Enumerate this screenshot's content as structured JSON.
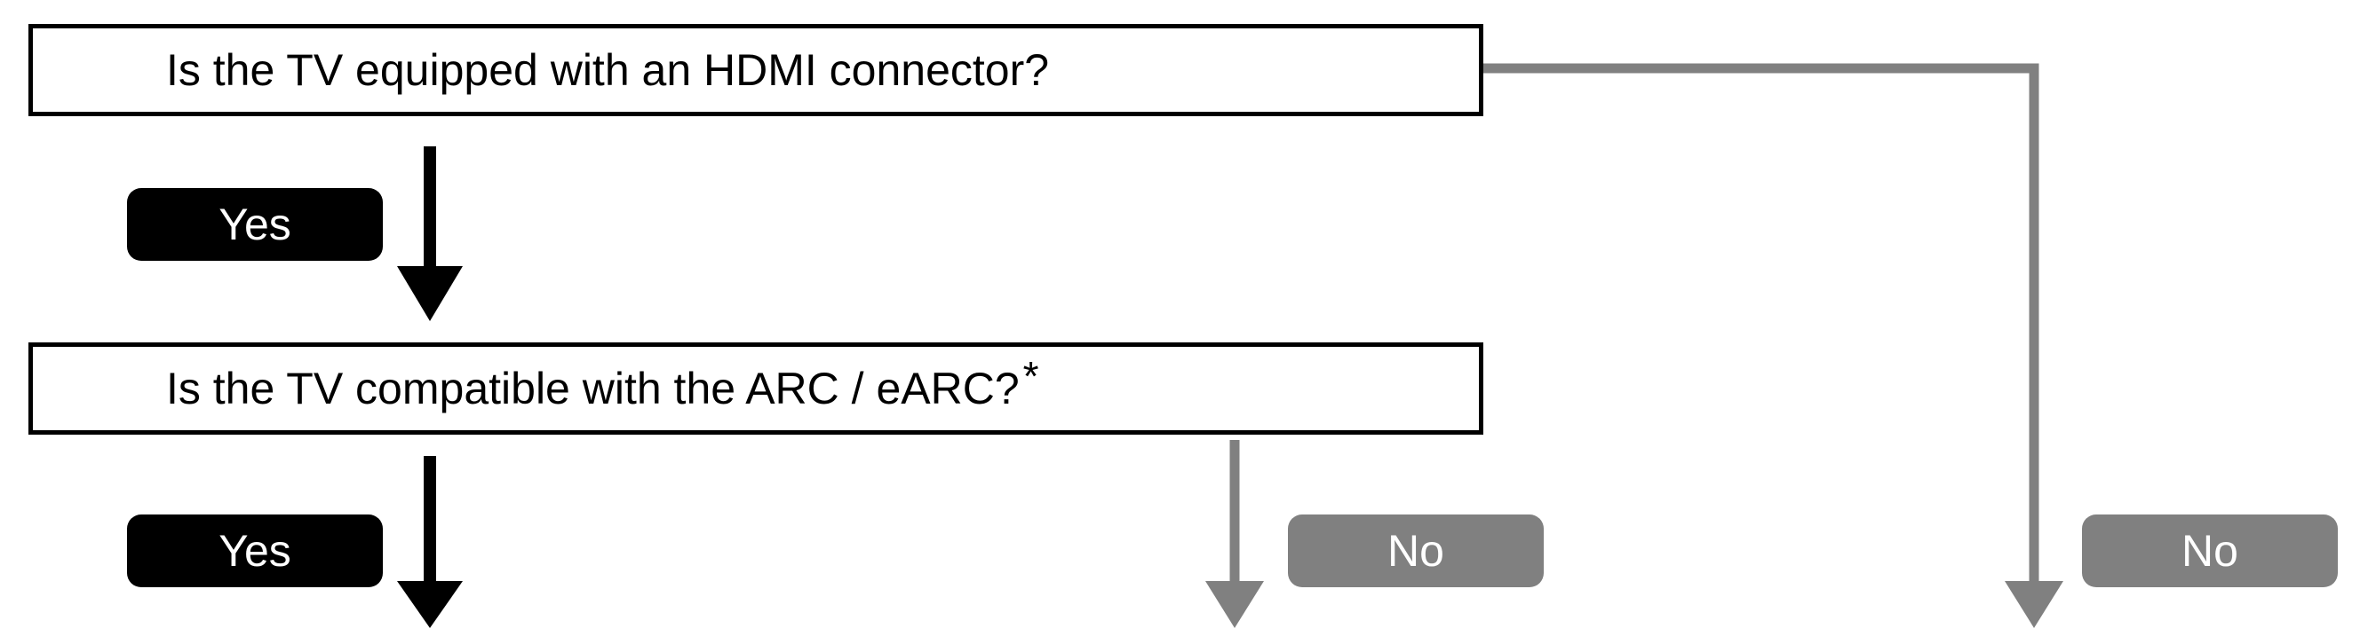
{
  "flowchart": {
    "question_1": "Is the TV equipped with an HDMI connector?",
    "question_2": "Is the TV compatible with the ARC / eARC?",
    "question_2_footnote_mark": "*",
    "yes_label": "Yes",
    "no_label": "No"
  },
  "colors": {
    "yes_path": "#000000",
    "no_path": "#808080",
    "box_border": "#000000"
  }
}
